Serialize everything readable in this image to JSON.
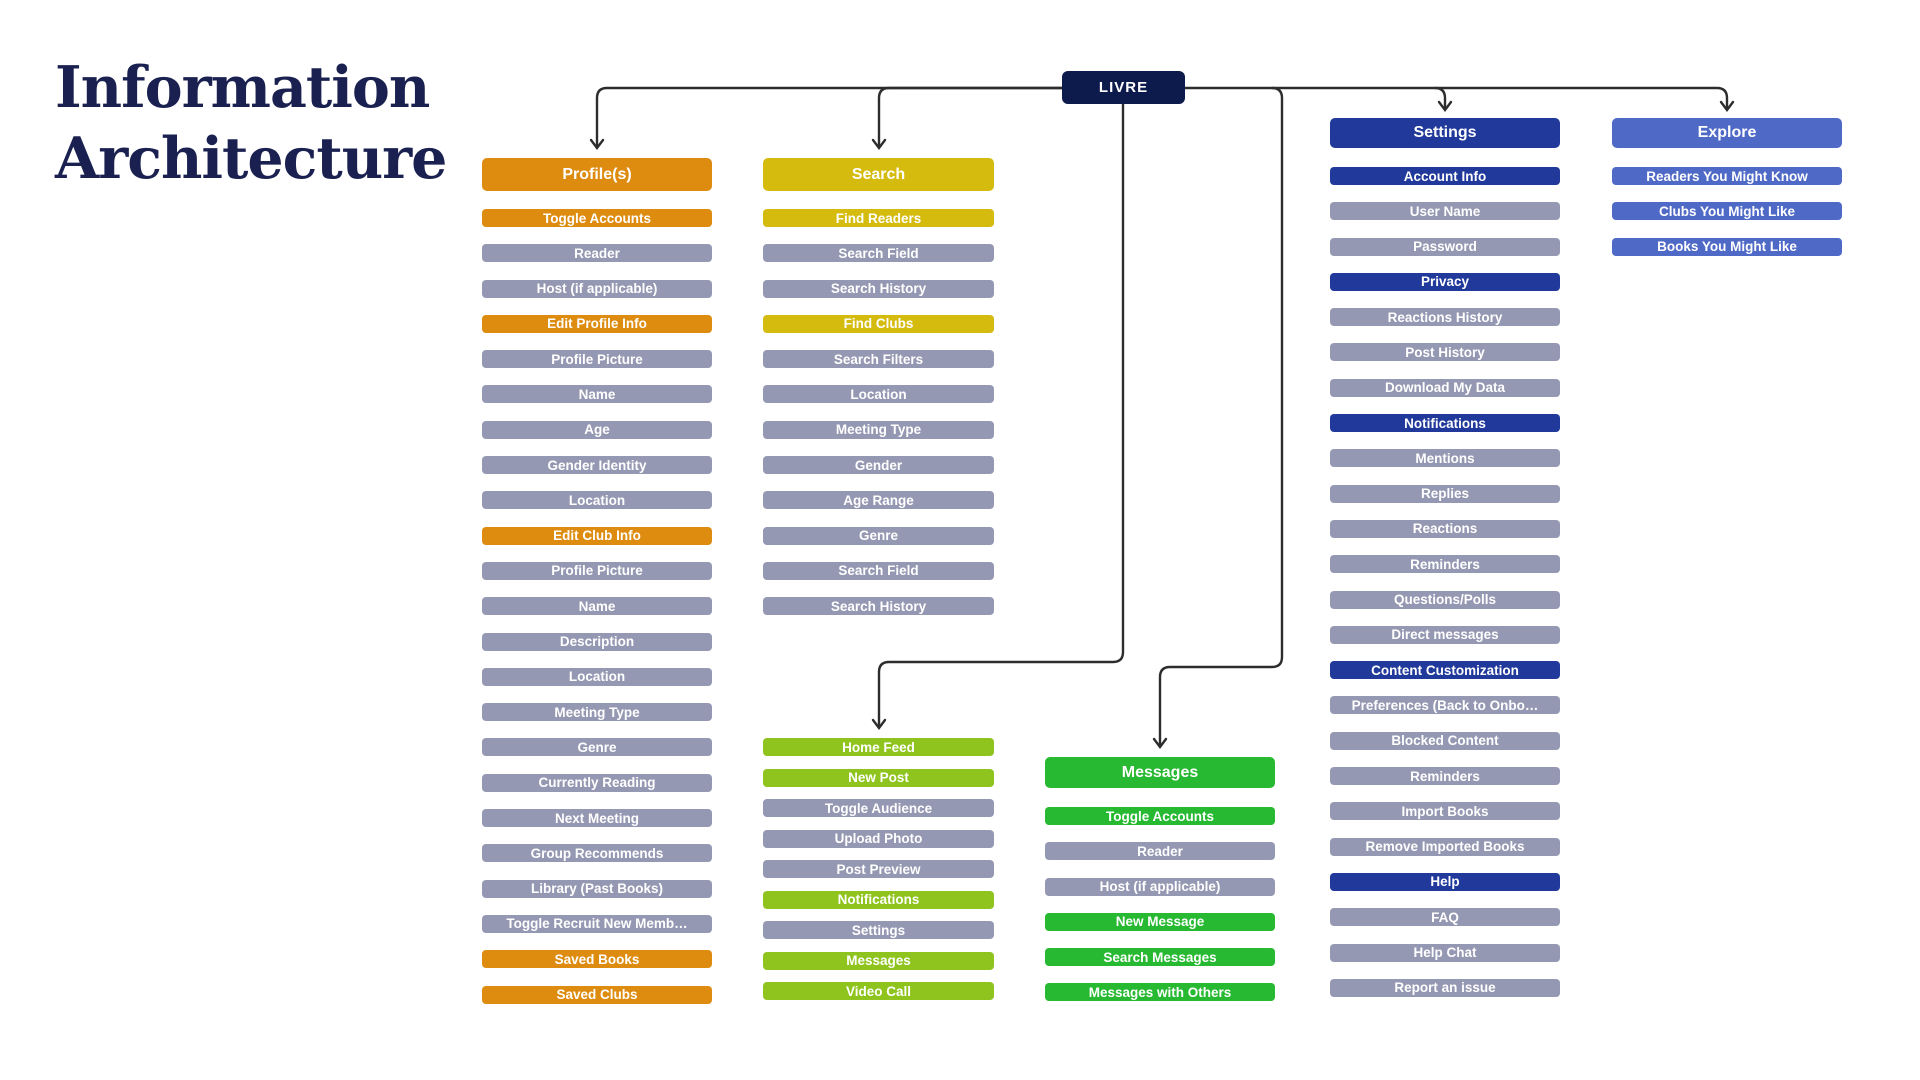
{
  "title": {
    "line1": "Information",
    "line2": "Architecture"
  },
  "root": {
    "label": "LIVRE"
  },
  "colors": {
    "navy": "#0d1a4c",
    "title": "#1a2150",
    "orange": "#dd8c10",
    "yellow": "#d4bb0e",
    "gray": "#9598b2",
    "light_green": "#8fc41e",
    "green": "#27b931",
    "dark_blue": "#20399b",
    "periwinkle": "#4f69c6",
    "line": "#2d2d2d"
  },
  "columns": [
    {
      "id": "profiles",
      "header": {
        "label": "Profile(s)",
        "color": "orange"
      },
      "items": [
        {
          "label": "Toggle Accounts",
          "color": "orange"
        },
        {
          "label": "Reader",
          "color": "gray"
        },
        {
          "label": "Host (if applicable)",
          "color": "gray"
        },
        {
          "label": "Edit Profile Info",
          "color": "orange"
        },
        {
          "label": "Profile Picture",
          "color": "gray"
        },
        {
          "label": "Name",
          "color": "gray"
        },
        {
          "label": "Age",
          "color": "gray"
        },
        {
          "label": "Gender Identity",
          "color": "gray"
        },
        {
          "label": "Location",
          "color": "gray"
        },
        {
          "label": "Edit Club Info",
          "color": "orange"
        },
        {
          "label": "Profile Picture",
          "color": "gray"
        },
        {
          "label": "Name",
          "color": "gray"
        },
        {
          "label": "Description",
          "color": "gray"
        },
        {
          "label": "Location",
          "color": "gray"
        },
        {
          "label": "Meeting Type",
          "color": "gray"
        },
        {
          "label": "Genre",
          "color": "gray"
        },
        {
          "label": "Currently Reading",
          "color": "gray"
        },
        {
          "label": "Next Meeting",
          "color": "gray"
        },
        {
          "label": "Group Recommends",
          "color": "gray"
        },
        {
          "label": "Library (Past Books)",
          "color": "gray"
        },
        {
          "label": "Toggle Recruit New Memb…",
          "color": "gray"
        },
        {
          "label": "Saved Books",
          "color": "orange"
        },
        {
          "label": "Saved Clubs",
          "color": "orange"
        }
      ]
    },
    {
      "id": "search",
      "header": {
        "label": "Search",
        "color": "yellow"
      },
      "items": [
        {
          "label": "Find Readers",
          "color": "yellow"
        },
        {
          "label": "Search Field",
          "color": "gray"
        },
        {
          "label": "Search History",
          "color": "gray"
        },
        {
          "label": "Find Clubs",
          "color": "yellow"
        },
        {
          "label": "Search Filters",
          "color": "gray"
        },
        {
          "label": "Location",
          "color": "gray"
        },
        {
          "label": "Meeting Type",
          "color": "gray"
        },
        {
          "label": "Gender",
          "color": "gray"
        },
        {
          "label": "Age Range",
          "color": "gray"
        },
        {
          "label": "Genre",
          "color": "gray"
        },
        {
          "label": "Search Field",
          "color": "gray"
        },
        {
          "label": "Search History",
          "color": "gray"
        }
      ]
    },
    {
      "id": "home-feed",
      "header": {
        "label": "Home Feed",
        "color": "light_green"
      },
      "items": [
        {
          "label": "New Post",
          "color": "light_green"
        },
        {
          "label": "Toggle Audience",
          "color": "gray"
        },
        {
          "label": "Upload Photo",
          "color": "gray"
        },
        {
          "label": "Post Preview",
          "color": "gray"
        },
        {
          "label": "Notifications",
          "color": "light_green"
        },
        {
          "label": "Settings",
          "color": "gray"
        },
        {
          "label": "Messages",
          "color": "light_green"
        },
        {
          "label": "Video Call",
          "color": "light_green"
        }
      ]
    },
    {
      "id": "messages",
      "header": {
        "label": "Messages",
        "color": "green"
      },
      "items": [
        {
          "label": "Toggle Accounts",
          "color": "green"
        },
        {
          "label": "Reader",
          "color": "gray"
        },
        {
          "label": "Host (if applicable)",
          "color": "gray"
        },
        {
          "label": "New Message",
          "color": "green"
        },
        {
          "label": "Search Messages",
          "color": "green"
        },
        {
          "label": "Messages with Others",
          "color": "green"
        }
      ]
    },
    {
      "id": "settings",
      "header": {
        "label": "Settings",
        "color": "dark_blue"
      },
      "items": [
        {
          "label": "Account Info",
          "color": "dark_blue"
        },
        {
          "label": "User Name",
          "color": "gray"
        },
        {
          "label": "Password",
          "color": "gray"
        },
        {
          "label": "Privacy",
          "color": "dark_blue"
        },
        {
          "label": "Reactions History",
          "color": "gray"
        },
        {
          "label": "Post History",
          "color": "gray"
        },
        {
          "label": "Download My Data",
          "color": "gray"
        },
        {
          "label": "Notifications",
          "color": "dark_blue"
        },
        {
          "label": "Mentions",
          "color": "gray"
        },
        {
          "label": "Replies",
          "color": "gray"
        },
        {
          "label": "Reactions",
          "color": "gray"
        },
        {
          "label": "Reminders",
          "color": "gray"
        },
        {
          "label": "Questions/Polls",
          "color": "gray"
        },
        {
          "label": "Direct messages",
          "color": "gray"
        },
        {
          "label": "Content Customization",
          "color": "dark_blue"
        },
        {
          "label": "Preferences (Back to Onbo…",
          "color": "gray"
        },
        {
          "label": "Blocked Content",
          "color": "gray"
        },
        {
          "label": "Reminders",
          "color": "gray"
        },
        {
          "label": "Import Books",
          "color": "gray"
        },
        {
          "label": "Remove Imported Books",
          "color": "gray"
        },
        {
          "label": "Help",
          "color": "dark_blue"
        },
        {
          "label": "FAQ",
          "color": "gray"
        },
        {
          "label": "Help Chat",
          "color": "gray"
        },
        {
          "label": "Report an issue",
          "color": "gray"
        }
      ]
    },
    {
      "id": "explore",
      "header": {
        "label": "Explore",
        "color": "periwinkle"
      },
      "items": [
        {
          "label": "Readers You Might Know",
          "color": "periwinkle"
        },
        {
          "label": "Clubs You Might Like",
          "color": "periwinkle"
        },
        {
          "label": "Books You Might Like",
          "color": "periwinkle"
        }
      ]
    }
  ],
  "edges": [
    {
      "from": "LIVRE",
      "to": "Profile(s)"
    },
    {
      "from": "LIVRE",
      "to": "Search"
    },
    {
      "from": "LIVRE",
      "to": "Home Feed"
    },
    {
      "from": "LIVRE",
      "to": "Messages"
    },
    {
      "from": "LIVRE",
      "to": "Settings"
    },
    {
      "from": "LIVRE",
      "to": "Explore"
    }
  ]
}
